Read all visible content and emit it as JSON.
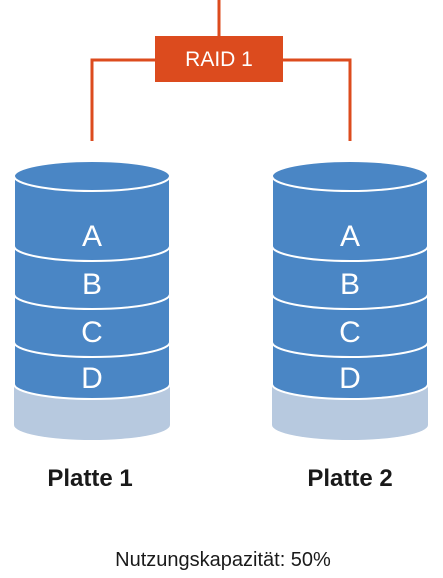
{
  "raid": {
    "label": "RAID 1",
    "color": "#dc4b1e"
  },
  "disks": [
    {
      "label": "Platte 1",
      "blocks": [
        "A",
        "B",
        "C",
        "D"
      ]
    },
    {
      "label": "Platte 2",
      "blocks": [
        "A",
        "B",
        "C",
        "D"
      ]
    }
  ],
  "capacity": {
    "text": "Nutzungskapazität: 50%",
    "value_percent": 50
  },
  "colors": {
    "block": "#4a86c5",
    "block_top": "#5b95d0",
    "free_space": "#b7c9df",
    "connector": "#dc4b1e"
  }
}
